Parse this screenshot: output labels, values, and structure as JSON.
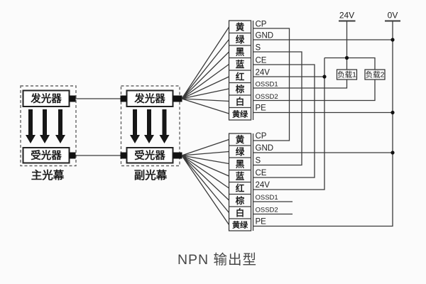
{
  "title": "NPN 输出型",
  "power": {
    "p24": "24V",
    "p0": "0V"
  },
  "loads": [
    {
      "label": "负载1"
    },
    {
      "label": "负载2"
    }
  ],
  "curtains": [
    {
      "name": "主光幕",
      "emitter": "发光器",
      "receiver": "受光器"
    },
    {
      "name": "副光幕",
      "emitter": "发光器",
      "receiver": "受光器"
    }
  ],
  "connectors": [
    {
      "name": "emitter-connector",
      "rows": [
        {
          "color": "黄",
          "terminal": "CP"
        },
        {
          "color": "绿",
          "terminal": "GND"
        },
        {
          "color": "黑",
          "terminal": "S"
        },
        {
          "color": "蓝",
          "terminal": "CE"
        },
        {
          "color": "红",
          "terminal": "24V"
        },
        {
          "color": "棕",
          "terminal": "OSSD1"
        },
        {
          "color": "白",
          "terminal": "OSSD2"
        },
        {
          "color": "黄绿",
          "terminal": "PE"
        }
      ]
    },
    {
      "name": "receiver-connector",
      "rows": [
        {
          "color": "黄",
          "terminal": "CP"
        },
        {
          "color": "绿",
          "terminal": "GND"
        },
        {
          "color": "黑",
          "terminal": "S"
        },
        {
          "color": "蓝",
          "terminal": "CE"
        },
        {
          "color": "红",
          "terminal": "24V"
        },
        {
          "color": "棕",
          "terminal": "OSSD1"
        },
        {
          "color": "白",
          "terminal": "OSSD2"
        },
        {
          "color": "黄绿",
          "terminal": "PE"
        }
      ]
    }
  ],
  "colors": {
    "line": "#3a3a3a",
    "background": "#fbfbfb",
    "ink": "#111111"
  }
}
